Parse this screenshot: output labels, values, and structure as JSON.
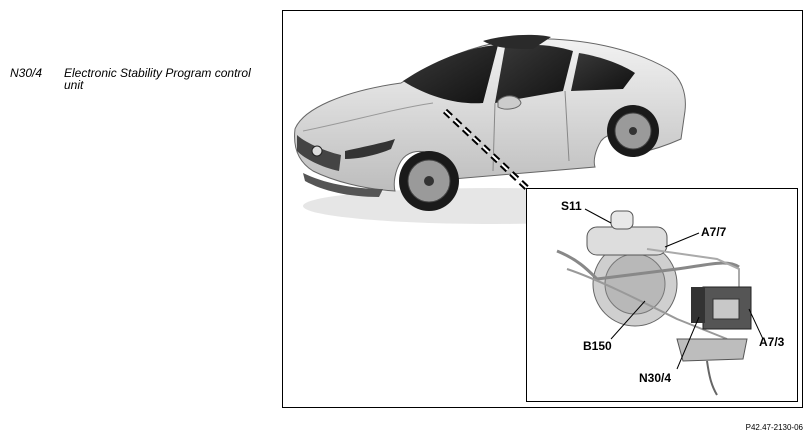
{
  "legend": {
    "code": "N30/4",
    "description": "Electronic Stability Program control unit"
  },
  "callouts": {
    "s11": "S11",
    "a77": "A7/7",
    "b150": "B150",
    "a73": "A7/3",
    "n304": "N30/4"
  },
  "reference": "P42.47-2130-06"
}
